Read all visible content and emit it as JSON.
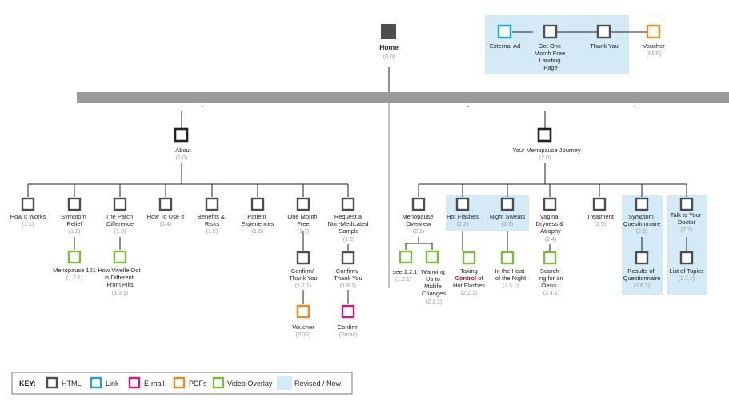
{
  "colors": {
    "html": "#4d4d4d",
    "link": "#1ba0d7",
    "email": "#d6187e",
    "pdf": "#f08a1c",
    "video": "#7dbb3c",
    "revised": "#d4ebf7",
    "bar": "#9a9a9a"
  },
  "home": {
    "label": "Home",
    "code": "(0.0)"
  },
  "ad_flow": {
    "external_ad": "External Ad",
    "landing_page": [
      "Get One",
      "Month Free",
      "Landing",
      "Page"
    ],
    "thank_you": "Thank You",
    "voucher": "Voucher",
    "voucher_code": "(PDF)"
  },
  "about": {
    "label": "About",
    "code": "(1.0)",
    "children": {
      "how_it_works": {
        "label": [
          "How It Works"
        ],
        "code": "(1.1)"
      },
      "symptom_relief": {
        "label": [
          "Symptom",
          "Relief"
        ],
        "code": "(1.2)"
      },
      "patch_difference": {
        "label": [
          "The Patch",
          "Difference"
        ],
        "code": "(1.3)"
      },
      "how_to_use": {
        "label": [
          "How To Use It"
        ],
        "code": "(1.4)"
      },
      "benefits": {
        "label": [
          "Benefits &",
          "Risks"
        ],
        "code": "(1.5)"
      },
      "experiences": {
        "label": [
          "Patient",
          "Experiences"
        ],
        "code": "(1.6)"
      },
      "one_month": {
        "label": [
          "One Month",
          "Free"
        ],
        "code": "(1.7)"
      },
      "request_sample": {
        "label": [
          "Request a",
          "Non-Medicated",
          "Sample"
        ],
        "code": "(1.8)"
      }
    },
    "menopause_101": {
      "label": [
        "Menopause 101"
      ],
      "code": "(1.2.1)"
    },
    "vivelle_dot": {
      "label": [
        "How Vivelle-Dot",
        "is Different",
        "From Pills"
      ],
      "code": "(1.3.1)"
    },
    "confirm_171": {
      "label": [
        "Confirm/",
        "Thank You"
      ],
      "code": "(1.7.1)"
    },
    "confirm_181": {
      "label": [
        "Confirm/",
        "Thank You"
      ],
      "code": "(1.8.1)"
    },
    "voucher_pdf": {
      "label": [
        "Voucher"
      ],
      "code": "(PDF)"
    },
    "confirm_email": {
      "label": [
        "Confirm"
      ],
      "code": "(Email)"
    }
  },
  "journey": {
    "label": "Your Menopause Journey",
    "code": "(2.0)",
    "children": {
      "overview": {
        "label": [
          "Menopause",
          "Overview"
        ],
        "code": "(2.1)"
      },
      "hot_flashes": {
        "label": [
          "Hot Flashes"
        ],
        "code": "(2.2)"
      },
      "night_sweats": {
        "label": [
          "Night Sweats"
        ],
        "code": "(2.3)"
      },
      "vaginal": {
        "label": [
          "Vaginal",
          "Dryness &",
          "Atrophy"
        ],
        "code": "(2.4)"
      },
      "treatment": {
        "label": [
          "Treatment"
        ],
        "code": "(2.5)"
      },
      "questionnaire": {
        "label": [
          "Symptom",
          "Questionnaire"
        ],
        "code": "(2.6)"
      },
      "talk_doctor": {
        "label": [
          "Talk to Your",
          "Doctor"
        ],
        "code": "(2.7)"
      }
    },
    "see_121": {
      "label": [
        "see 1.2.1"
      ],
      "code": "(1.2.1)"
    },
    "warming_up": {
      "label": [
        "Warming",
        "Up to",
        "Midlife",
        "Changes"
      ],
      "code": "(2.1.1)"
    },
    "taking_control": {
      "pre": "Taking",
      "highlight": "Control",
      "post": " of",
      "line2": "Hot Flashes",
      "code": "(2.2.1)"
    },
    "heat_night": {
      "label": [
        "In the Heat",
        "of the Night"
      ],
      "code": "(2.3.1)"
    },
    "searching": {
      "label": [
        "Search-",
        "ing for an",
        "Oasis..."
      ],
      "code": "(2.4.1)"
    },
    "results": {
      "label": [
        "Results of",
        "Questionnaire"
      ],
      "code": "(2.6.1)"
    },
    "topics": {
      "label": [
        "List of Topics"
      ],
      "code": "(2.7.1)"
    }
  },
  "key": {
    "title": "KEY:",
    "items": [
      "HTML",
      "Link",
      "E-mail",
      "PDFs",
      "Video Overlay",
      "Revised / New"
    ]
  }
}
